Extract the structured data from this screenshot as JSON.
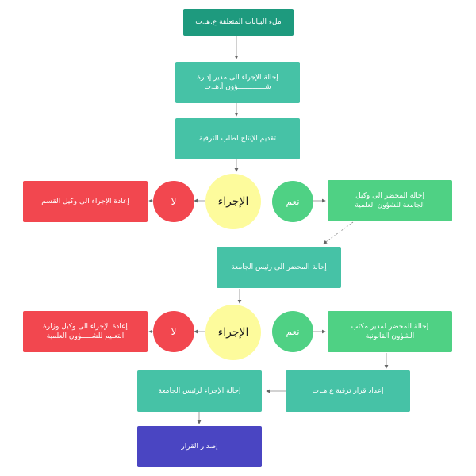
{
  "nodes": {
    "fill_data": "ملء البيانات المتعلقة ع.هـ.ت",
    "refer_director": "إحالة الإجراء الى مدير إدارة\nشـــــــــــــؤون أ.هـ.ت",
    "submit_production": "تقديم الإنتاج لطلب الترقية",
    "decision_1": "الإجراء",
    "yes_1": "نعم",
    "no_1": "لا",
    "return_dept": "إعادة الإجراء الى وكيل القسم",
    "refer_vice_rector": "إحالة المحضر الى وكيل\nالجامعة للشؤون العلمية",
    "refer_rector": "إحالة المحضر الى رئيس الجامعة",
    "decision_2": "الإجراء",
    "yes_2": "نعم",
    "no_2": "لا",
    "return_ministry": "إعادة الإجراء الى وكيل وزارة\nالتعليم للشـــــؤون العلمية",
    "refer_legal": "إحالة المحضر لمدير مكتب\nالشؤون القانونية",
    "prepare_decision": "إعداد قرار ترقية ع.هـ.ت",
    "refer_to_rector": "إحالة الإجراء لرئيس الجامعة",
    "issue_decision": "إصدار القرار"
  },
  "colors": {
    "dark_teal": "#1e9a7e",
    "teal": "#46c2a6",
    "green": "#4fd184",
    "red": "#f2474f",
    "yellow": "#fdfb9c",
    "purple": "#4a45c2"
  }
}
